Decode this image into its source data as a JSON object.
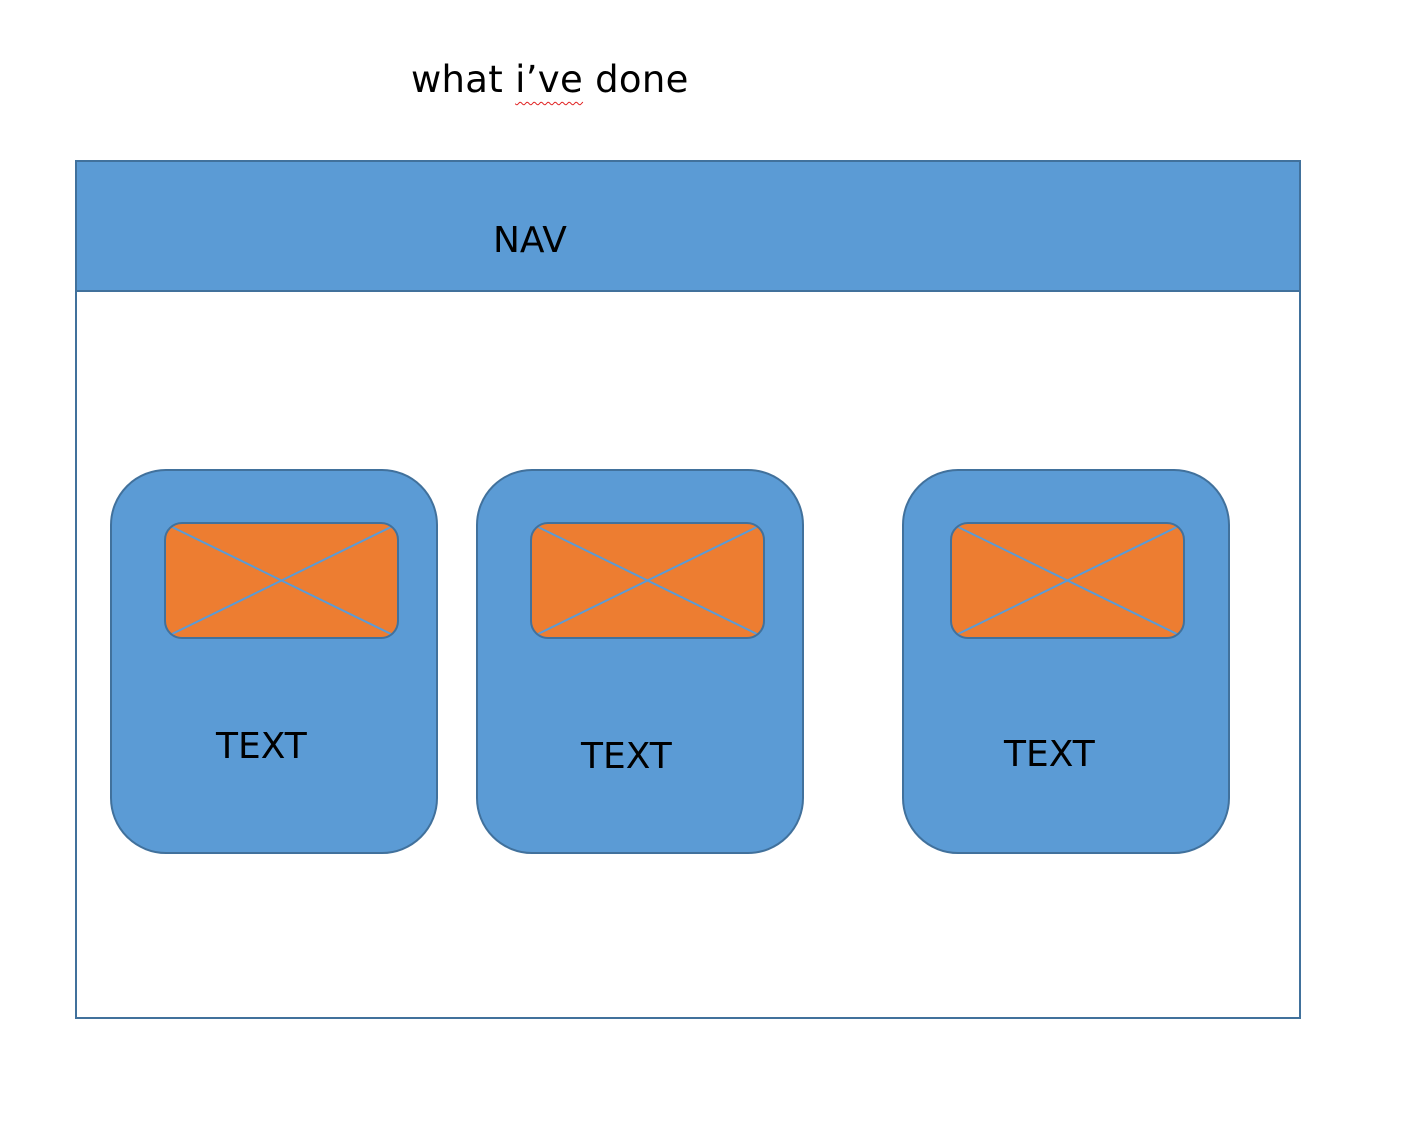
{
  "caption": {
    "before": "what ",
    "misspelled": "i’ve",
    "after": " done"
  },
  "nav": {
    "label": "NAV"
  },
  "cards": [
    {
      "text": "TEXT",
      "image_icon": "image-placeholder-icon"
    },
    {
      "text": "TEXT",
      "image_icon": "image-placeholder-icon"
    },
    {
      "text": "TEXT",
      "image_icon": "image-placeholder-icon"
    }
  ],
  "colors": {
    "nav_fill": "#5b9bd5",
    "card_fill": "#5b9bd5",
    "outline": "#41719c",
    "image_fill": "#ed7d31",
    "spellcheck_underline": "#e02020",
    "background": "#ffffff"
  }
}
